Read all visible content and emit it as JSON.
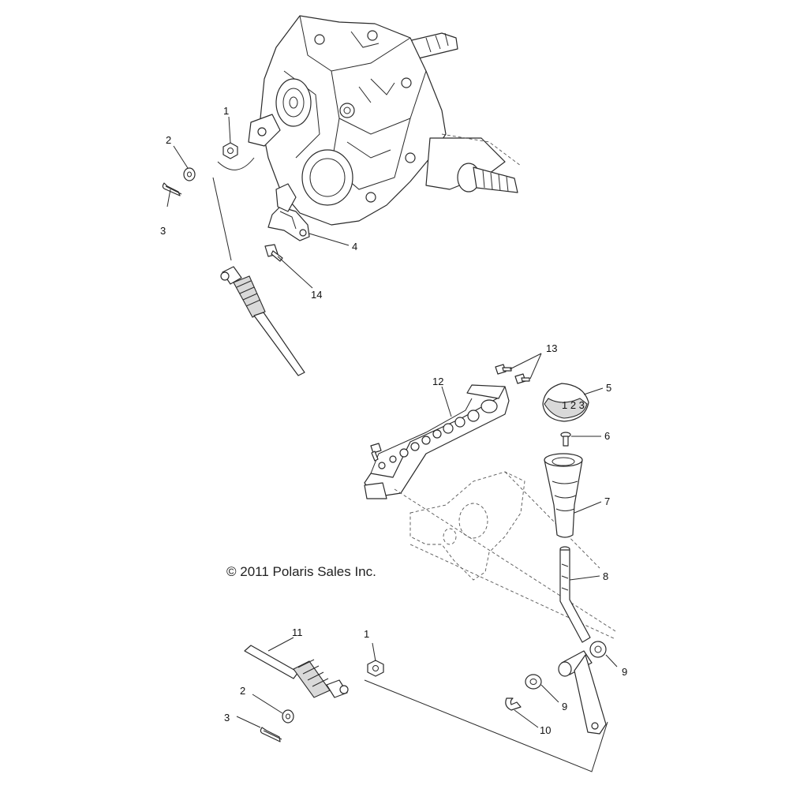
{
  "copyright": "© 2011 Polaris Sales Inc.",
  "callouts": {
    "c1_top": "1",
    "c2_top": "2",
    "c3_top": "3",
    "c4": "4",
    "c14": "14",
    "c13": "13",
    "c12": "12",
    "c5": "5",
    "c6": "6",
    "c7": "7",
    "c8": "8",
    "c9_right": "9",
    "c9_lower": "9",
    "c10": "10",
    "c11": "11",
    "c1_bottom": "1",
    "c2_bottom": "2",
    "c3_bottom": "3"
  }
}
